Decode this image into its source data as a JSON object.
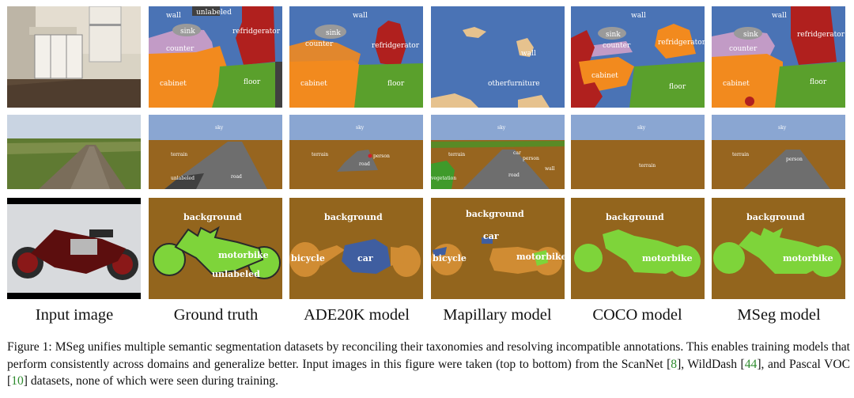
{
  "columns": [
    "Input image",
    "Ground truth",
    "ADE20K model",
    "Mapillary model",
    "COCO model",
    "MSeg model"
  ],
  "rows": {
    "kitchen": {
      "ground_truth": [
        "wall",
        "unlabeled",
        "sink",
        "refridgerator",
        "counter",
        "cabinet",
        "floor"
      ],
      "ade20k": [
        "wall",
        "sink",
        "counter",
        "refridgerator",
        "cabinet",
        "floor"
      ],
      "mapillary": [
        "wall",
        "otherfurniture"
      ],
      "coco": [
        "wall",
        "sink",
        "counter",
        "refridgerator",
        "cabinet",
        "floor"
      ],
      "mseg": [
        "wall",
        "sink",
        "counter",
        "refridgerator",
        "cabinet",
        "floor"
      ]
    },
    "road": {
      "ground_truth": [
        "sky",
        "terrain",
        "road",
        "unlabeled"
      ],
      "ade20k": [
        "sky",
        "terrain",
        "person",
        "road"
      ],
      "mapillary": [
        "sky",
        "terrain",
        "car",
        "person",
        "wall",
        "road",
        "vegetation"
      ],
      "coco": [
        "sky",
        "terrain"
      ],
      "mseg": [
        "sky",
        "terrain",
        "person"
      ]
    },
    "motorbike": {
      "ground_truth": [
        "background",
        "motorbike",
        "unlabeled"
      ],
      "ade20k": [
        "background",
        "bicycle",
        "car"
      ],
      "mapillary": [
        "background",
        "car",
        "bicycle",
        "motorbike"
      ],
      "coco": [
        "background",
        "motorbike"
      ],
      "mseg": [
        "background",
        "motorbike"
      ]
    }
  },
  "caption": {
    "part1": "Figure 1: MSeg unifies multiple semantic segmentation datasets by reconciling their taxonomies and resolving incompatible annotations. This enables training models that perform consistently across domains and generalize better. Input images in this figure were taken (top to bottom) from the ScanNet [",
    "cite1": "8",
    "part2": "], WildDash [",
    "cite2": "44",
    "part3": "], and Pascal VOC [",
    "cite3": "10",
    "part4": "] datasets, none of which were seen during training."
  },
  "colors": {
    "wall": "#4a73b5",
    "floor": "#5aa02c",
    "cabinet": "#f28a1e",
    "counter": "#c29bc6",
    "sink": "#9a9a9a",
    "refridgerator": "#b0201e",
    "unlabeled": "#404040",
    "sky": "#8aa6d2",
    "terrain": "#97651f",
    "road": "#6e6e6e",
    "person": "#d0202a",
    "vegetation": "#3f9a2a",
    "background": "#93651d",
    "motorbike": "#7ed43a",
    "car": "#3f5ea0",
    "bicycle": "#d08c33",
    "otherfurniture": "#e6c28e",
    "citation": "#2e8b2e"
  }
}
